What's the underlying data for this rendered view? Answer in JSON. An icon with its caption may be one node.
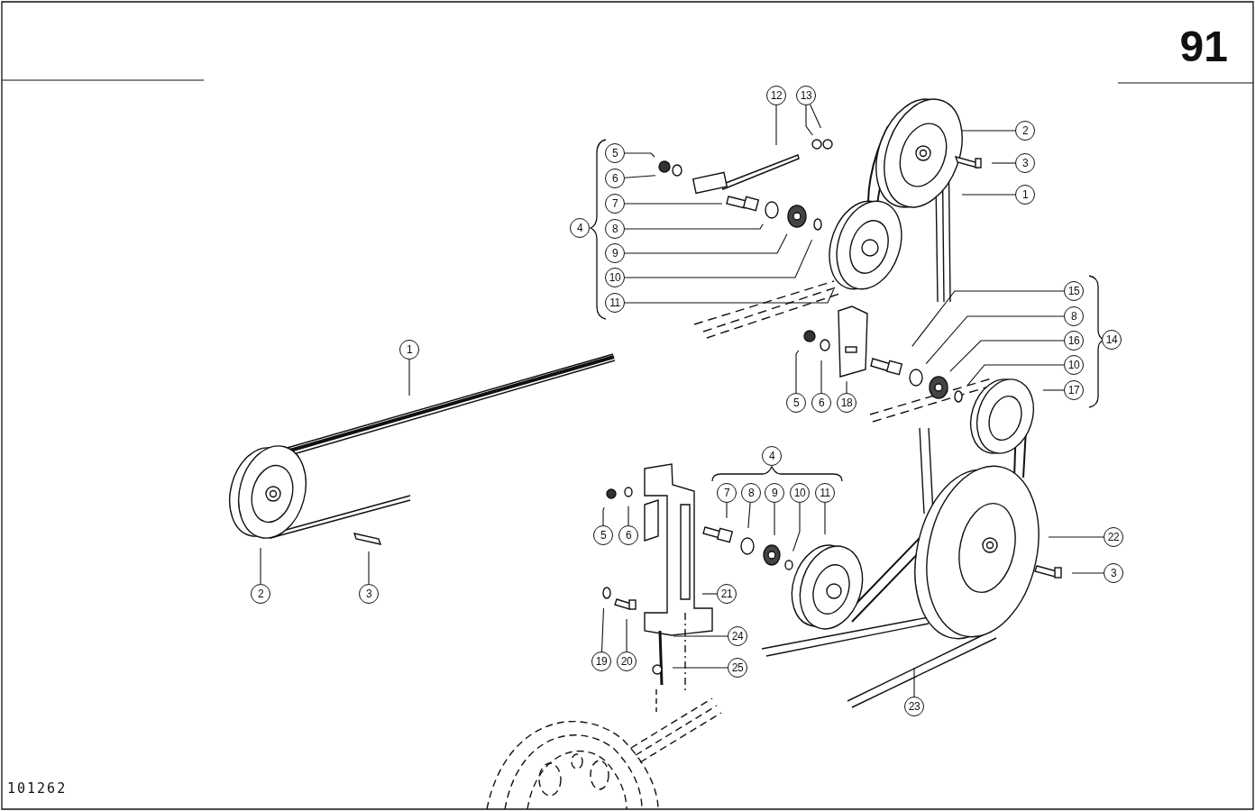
{
  "diagram": {
    "nodes": [
      {
        "text": [
          "12"
        ]
      },
      {
        "text": [
          "13"
        ]
      },
      {
        "text": [
          "5"
        ]
      },
      {
        "text": [
          "6"
        ]
      },
      {
        "text": [
          "2"
        ]
      },
      {
        "text": [
          "3"
        ]
      },
      {
        "text": [
          "7"
        ]
      },
      {
        "text": [
          "1"
        ]
      },
      {
        "text": [
          "4"
        ]
      },
      {
        "text": [
          "8"
        ]
      },
      {
        "text": [
          "9"
        ]
      },
      {
        "text": [
          "10"
        ]
      },
      {
        "text": [
          "11"
        ]
      },
      {
        "text": [
          "15"
        ]
      },
      {
        "text": [
          "8"
        ]
      },
      {
        "text": [
          "14"
        ]
      },
      {
        "text": [
          "16"
        ]
      },
      {
        "text": [
          "1"
        ]
      },
      {
        "text": [
          "10"
        ]
      },
      {
        "text": [
          "17"
        ]
      },
      {
        "text": [
          "5"
        ]
      },
      {
        "text": [
          "6"
        ]
      },
      {
        "text": [
          "18"
        ]
      },
      {
        "text": [
          "4"
        ]
      },
      {
        "text": [
          "7"
        ]
      },
      {
        "text": [
          "8"
        ]
      },
      {
        "text": [
          "9"
        ]
      },
      {
        "text": [
          "10"
        ]
      },
      {
        "text": [
          "11"
        ]
      },
      {
        "text": [
          "5"
        ]
      },
      {
        "text": [
          "6"
        ]
      },
      {
        "text": [
          "22"
        ]
      },
      {
        "text": [
          "3"
        ]
      },
      {
        "text": [
          "2"
        ]
      },
      {
        "text": [
          "3"
        ]
      },
      {
        "text": [
          "21"
        ]
      },
      {
        "text": [
          "24"
        ]
      },
      {
        "text": [
          "19"
        ]
      },
      {
        "text": [
          "20"
        ]
      },
      {
        "text": [
          "25"
        ]
      },
      {
        "text": [
          "23"
        ]
      }
    ],
    "edges": [
      {
        "from": 0,
        "to": null,
        "arrow": "none"
      },
      {
        "from": 1,
        "to": null,
        "arrow": "none"
      },
      {
        "from": 1,
        "to": null,
        "arrow": "none"
      },
      {
        "from": 2,
        "to": null,
        "arrow": "none"
      },
      {
        "from": 3,
        "to": null,
        "arrow": "none"
      },
      {
        "from": 4,
        "to": null,
        "arrow": "none"
      },
      {
        "from": 5,
        "to": null,
        "arrow": "none"
      },
      {
        "from": 6,
        "to": null,
        "arrow": "none"
      },
      {
        "from": 7,
        "to": null,
        "arrow": "none"
      },
      {
        "from": 9,
        "to": null,
        "arrow": "none"
      },
      {
        "from": 10,
        "to": null,
        "arrow": "none"
      },
      {
        "from": 11,
        "to": null,
        "arrow": "none"
      },
      {
        "from": 12,
        "to": null,
        "arrow": "none"
      },
      {
        "from": 13,
        "to": null,
        "arrow": "none"
      },
      {
        "from": 14,
        "to": null,
        "arrow": "none"
      },
      {
        "from": 16,
        "to": null,
        "arrow": "none"
      },
      {
        "from": 17,
        "to": null,
        "arrow": "none"
      },
      {
        "from": 18,
        "to": null,
        "arrow": "none"
      },
      {
        "from": 19,
        "to": null,
        "arrow": "none"
      },
      {
        "from": 20,
        "to": null,
        "arrow": "none"
      },
      {
        "from": 21,
        "to": null,
        "arrow": "none"
      },
      {
        "from": 22,
        "to": null,
        "arrow": "none"
      },
      {
        "from": 24,
        "to": null,
        "arrow": "none"
      },
      {
        "from": 25,
        "to": null,
        "arrow": "none"
      },
      {
        "from": 26,
        "to": null,
        "arrow": "none"
      },
      {
        "from": 27,
        "to": null,
        "arrow": "none"
      },
      {
        "from": 28,
        "to": null,
        "arrow": "none"
      },
      {
        "from": 29,
        "to": null,
        "arrow": "none"
      },
      {
        "from": 30,
        "to": null,
        "arrow": "none"
      },
      {
        "from": 31,
        "to": null,
        "arrow": "none"
      },
      {
        "from": 32,
        "to": null,
        "arrow": "none"
      },
      {
        "from": 33,
        "to": null,
        "arrow": "none"
      },
      {
        "from": 34,
        "to": null,
        "arrow": "none"
      },
      {
        "from": 35,
        "to": null,
        "arrow": "none"
      },
      {
        "from": 36,
        "to": null,
        "arrow": "none"
      },
      {
        "from": 37,
        "to": null,
        "arrow": "none"
      },
      {
        "from": 38,
        "to": null,
        "arrow": "none"
      },
      {
        "from": 39,
        "to": null,
        "arrow": "none"
      },
      {
        "from": 40,
        "to": null,
        "arrow": "none"
      }
    ],
    "labels": [
      "91",
      "101262"
    ]
  }
}
